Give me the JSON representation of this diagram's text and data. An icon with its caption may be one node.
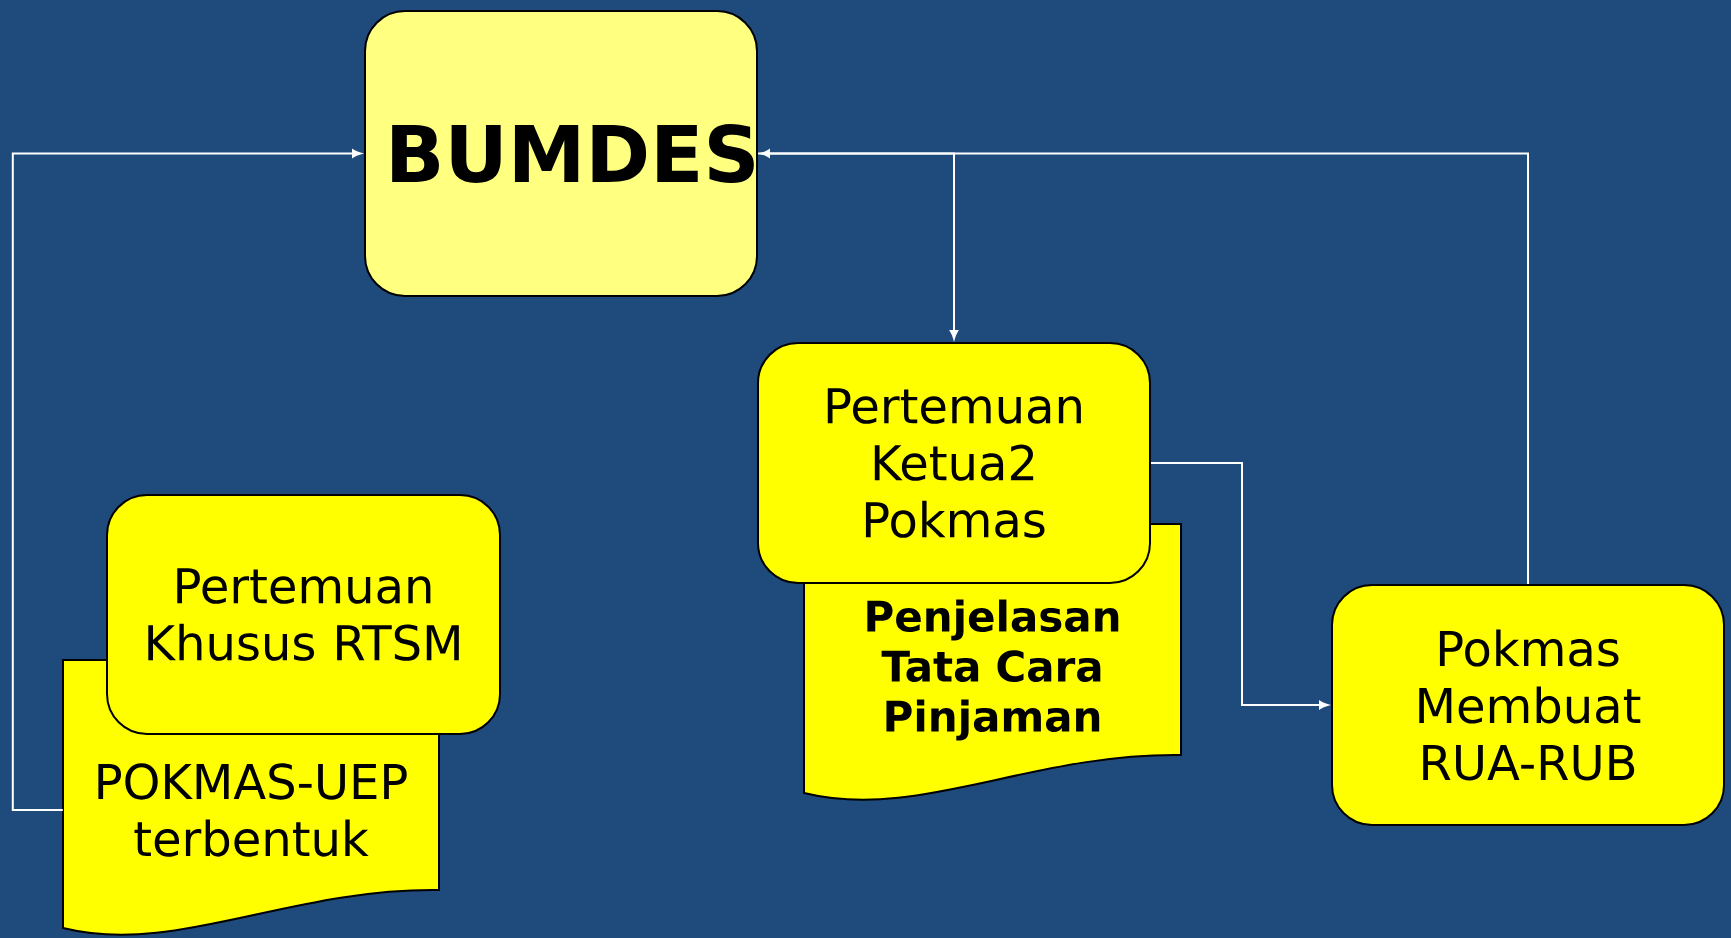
{
  "diagram": {
    "nodes": [
      {
        "text": [
          "BUMDES"
        ]
      },
      {
        "text": [
          "Pertemuan Khusus RTSM"
        ]
      },
      {
        "text": [
          "POKMAS-UEP terbentuk"
        ]
      },
      {
        "text": [
          "Pertemuan Ketua2 Pokmas"
        ]
      },
      {
        "text": [
          "Penjelasan Tata Cara Pinjaman"
        ]
      },
      {
        "text": [
          "Pokmas Membuat RUA-RUB"
        ]
      }
    ],
    "edges": [
      {
        "from": 2,
        "to": 0,
        "arrow": "to"
      },
      {
        "from": 0,
        "to": 3,
        "arrow": "to"
      },
      {
        "from": 5,
        "to": 0,
        "arrow": "to"
      },
      {
        "from": 3,
        "to": 5,
        "arrow": "to"
      }
    ]
  }
}
